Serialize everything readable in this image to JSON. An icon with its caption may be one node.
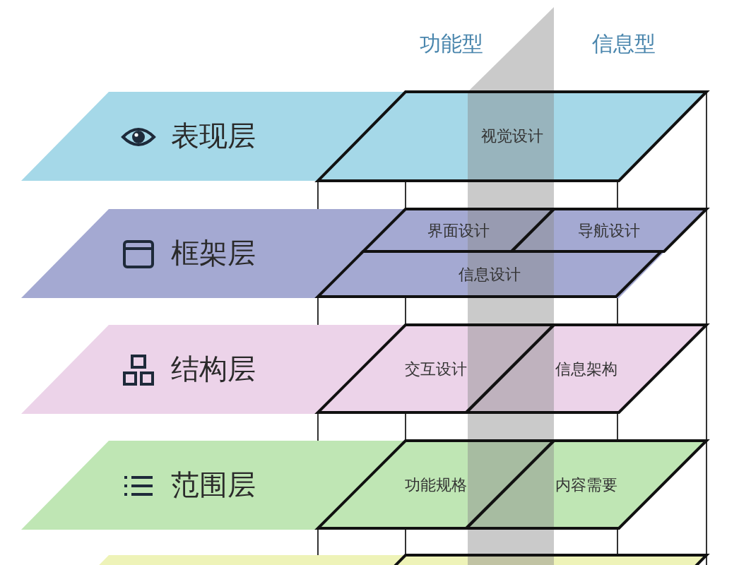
{
  "diagram": {
    "nodes": [
      {
        "text": [
          "表现层"
        ]
      },
      {
        "text": [
          "视觉设计"
        ],
        "in": 0
      },
      {
        "text": [
          "框架层"
        ]
      },
      {
        "text": [
          "界面设计"
        ],
        "in": 2
      },
      {
        "text": [
          "导航设计"
        ],
        "in": 2
      },
      {
        "text": [
          "信息设计"
        ],
        "in": 2
      },
      {
        "text": [
          "结构层"
        ]
      },
      {
        "text": [
          "交互设计"
        ],
        "in": 6
      },
      {
        "text": [
          "信息架构"
        ],
        "in": 6
      },
      {
        "text": [
          "范围层"
        ]
      },
      {
        "text": [
          "功能规格"
        ],
        "in": 9
      },
      {
        "text": [
          "内容需要"
        ],
        "in": 9
      },
      {
        "text": [],
        "shape": "bar"
      }
    ],
    "edges": [],
    "labels": [
      "功能型",
      "信息型"
    ]
  }
}
